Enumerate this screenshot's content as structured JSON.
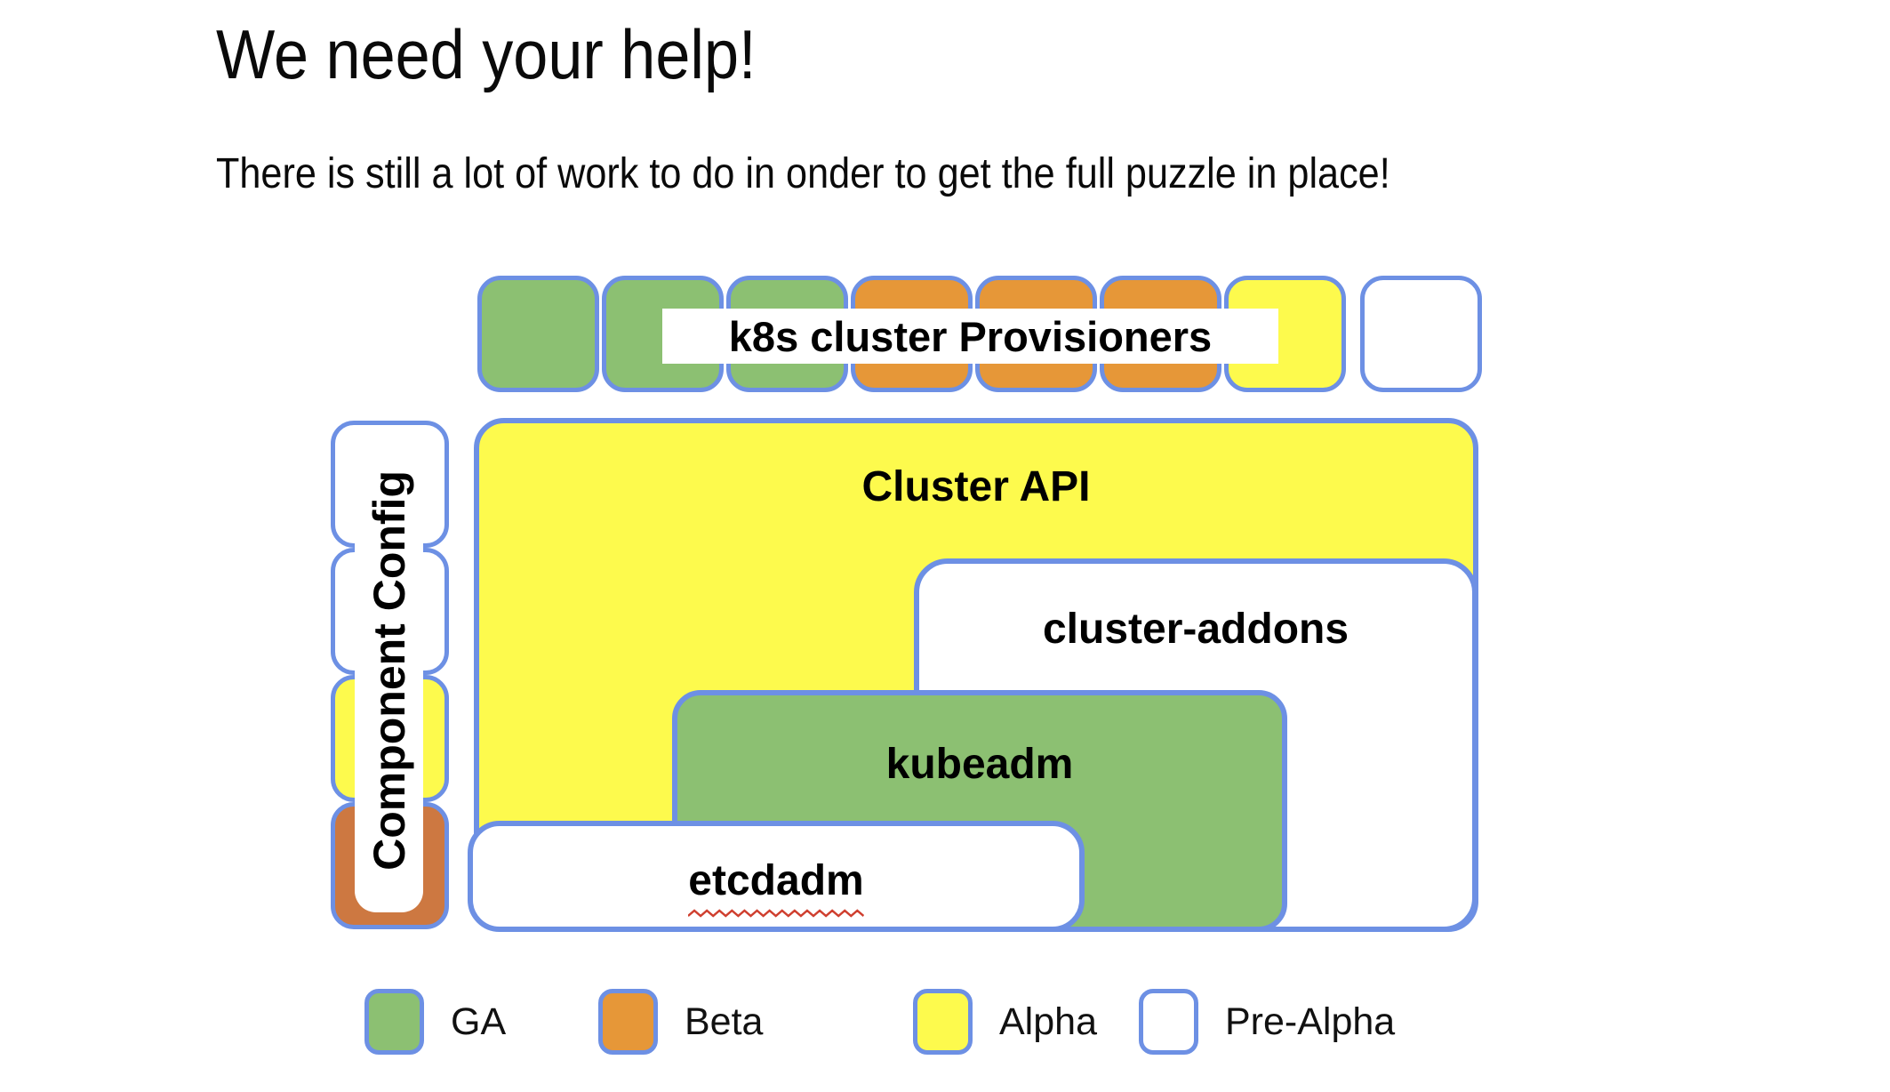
{
  "title": "We need your help!",
  "subtitle": "There is still a lot of work to do in onder to get the full puzzle in place!",
  "colors": {
    "ga": "#8cc072",
    "beta": "#e69738",
    "beta_dark": "#cd7841",
    "alpha": "#fdfa4d",
    "pre_alpha": "#ffffff",
    "border": "#6d90e4",
    "squiggle": "#cf3f2f",
    "text": "#000000"
  },
  "top_row": {
    "label": "k8s cluster Provisioners",
    "pieces": [
      "ga",
      "ga",
      "ga",
      "beta",
      "beta",
      "beta",
      "alpha",
      "pre_alpha"
    ]
  },
  "component_config": {
    "label": "Component Config",
    "pieces": [
      "pre_alpha",
      "pre_alpha",
      "alpha",
      "beta_dark"
    ]
  },
  "boxes": {
    "cluster_api": "Cluster API",
    "cluster_addons": "cluster-addons",
    "kubeadm": "kubeadm",
    "etcdadm": "etcdadm"
  },
  "legend": {
    "items": [
      {
        "label": "GA",
        "color_key": "ga"
      },
      {
        "label": "Beta",
        "color_key": "beta"
      },
      {
        "label": "Alpha",
        "color_key": "alpha"
      },
      {
        "label": "Pre-Alpha",
        "color_key": "pre_alpha"
      }
    ]
  }
}
